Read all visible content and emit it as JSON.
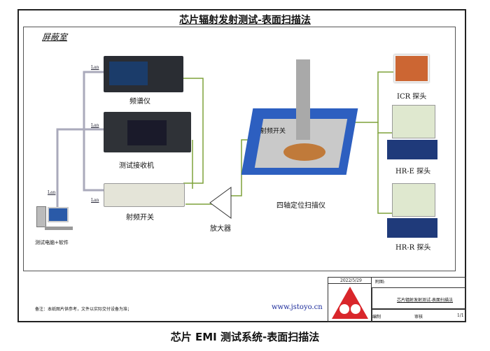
{
  "title": "芯片辐射发射测试-表面扫描法",
  "room_label": "屏蔽室",
  "devices": {
    "spectrum": "频谱仪",
    "receiver": "测试接收机",
    "rf_switch": "射频开关",
    "amplifier": "放大器",
    "scanner": "四轴定位扫描仪",
    "scanner_overlay": "射频开关",
    "icr": "ICR 探头",
    "hre": "HR-E 探头",
    "hrr": "HR-R 探头",
    "pc": "测试电脑+软件"
  },
  "lan_label": "Lan",
  "footer": {
    "note": "备注：本纸图片供参考，文件以实际交付设备为准；",
    "website": "www.jstoyo.cn",
    "date": "2022/5/29",
    "attach": "附图:",
    "drawing_title": "芯片辐射发射测试-表面扫描法",
    "drawn_by": "编制",
    "checked_by": "审核",
    "page": "1/1"
  },
  "caption": "芯片 EMI 测试系统-表面扫描法"
}
